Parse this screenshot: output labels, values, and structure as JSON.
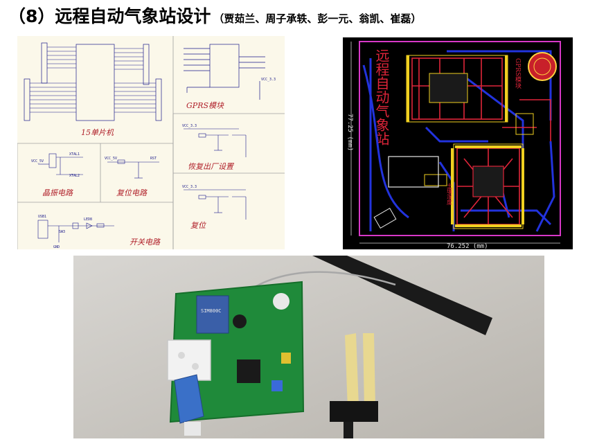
{
  "header": {
    "title": "（8）远程自动气象站设计",
    "authors": "（贾茹兰、周子承轶、彭一元、翁凯、崔磊）"
  },
  "schematic": {
    "labels": {
      "mcu": "15单片机",
      "gprs": "GPRS模块",
      "crystal": "晶振电路",
      "reset_circuit": "复位电路",
      "factory_reset": "恢复出厂设置",
      "reset": "复位",
      "power_switch": "开关电路"
    },
    "nets": {
      "vcc33": "VCC_3.3",
      "vcc5": "VCC_5V",
      "gnd": "GND",
      "rst": "RST",
      "xtal1": "XTAL1",
      "xtal2": "XTAL2",
      "usb": "USB1",
      "sw": "SW3",
      "led": "LED8"
    }
  },
  "pcb": {
    "board_title": "远程自动气象站",
    "width_label": "76.252 (mm)",
    "height_label": "77.25 (mm)",
    "module_label": "GPRS模块",
    "sensor_label": "土壤湿度"
  },
  "photo": {
    "module_label": "SIM800C"
  },
  "colors": {
    "pcb_red": "#e0253a",
    "pcb_blue": "#2233dd",
    "pcb_yellow": "#f0d020",
    "pcb_magenta": "#d838c8",
    "board_green": "#1f8a3a"
  }
}
